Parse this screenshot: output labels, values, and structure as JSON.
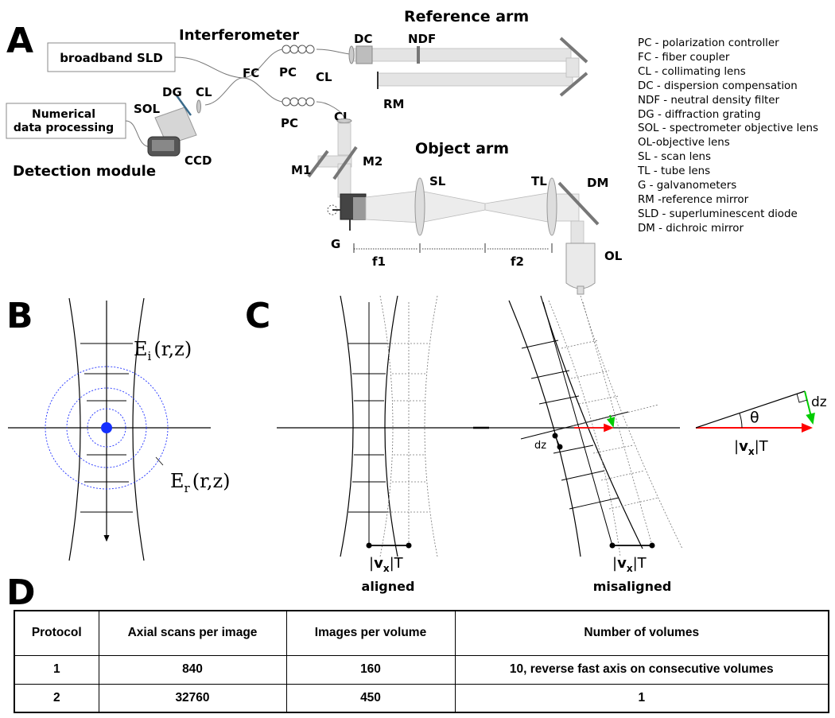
{
  "panels": {
    "a": "A",
    "b": "B",
    "c": "C",
    "d": "D"
  },
  "panel_a": {
    "source": "broadband SLD",
    "interferometer": "Interferometer",
    "reference_arm": "Reference arm",
    "object_arm": "Object arm",
    "detection_module": "Detection module",
    "processing_line1": "Numerical",
    "processing_line2": "data processing",
    "labels": {
      "fc": "FC",
      "pc": "PC",
      "cl": "CL",
      "dc": "DC",
      "ndf": "NDF",
      "rm": "RM",
      "dg": "DG",
      "sol": "SOL",
      "ccd": "CCD",
      "m1": "M1",
      "m2": "M2",
      "sl": "SL",
      "tl": "TL",
      "dm": "DM",
      "g": "G",
      "ol": "OL",
      "f1": "f1",
      "f2": "f2"
    },
    "legend": [
      "PC - polarization controller",
      "FC - fiber coupler",
      "CL - collimating lens",
      "DC - dispersion compensation",
      "NDF - neutral density filter",
      "DG - diffraction grating",
      "SOL - spectrometer objective lens",
      "OL-objective lens",
      "SL - scan lens",
      "TL - tube lens",
      "G - galvanometers",
      "RM -reference mirror",
      "SLD - superluminescent diode",
      "DM - dichroic mirror"
    ]
  },
  "panel_b": {
    "ei_base": "E",
    "ei_sub": "i",
    "ei_args": "(r,z)",
    "er_base": "E",
    "er_sub": "r",
    "er_args": "(r,z)"
  },
  "panel_c": {
    "aligned": "aligned",
    "misaligned": "misaligned",
    "dz": "dz",
    "theta": "θ",
    "vx_bar": "|",
    "vx_v": "v",
    "vx_sub": "x",
    "vx_tail": "|T"
  },
  "colors": {
    "red_vector": "#ff0000",
    "green_vector": "#00cc00",
    "blue_wavefront": "#2233ff"
  },
  "table": {
    "headers": [
      "Protocol",
      "Axial scans per image",
      "Images per volume",
      "Number of volumes"
    ],
    "rows": [
      [
        "1",
        "840",
        "160",
        "10, reverse fast axis on consecutive volumes"
      ],
      [
        "2",
        "32760",
        "450",
        "1"
      ]
    ]
  }
}
